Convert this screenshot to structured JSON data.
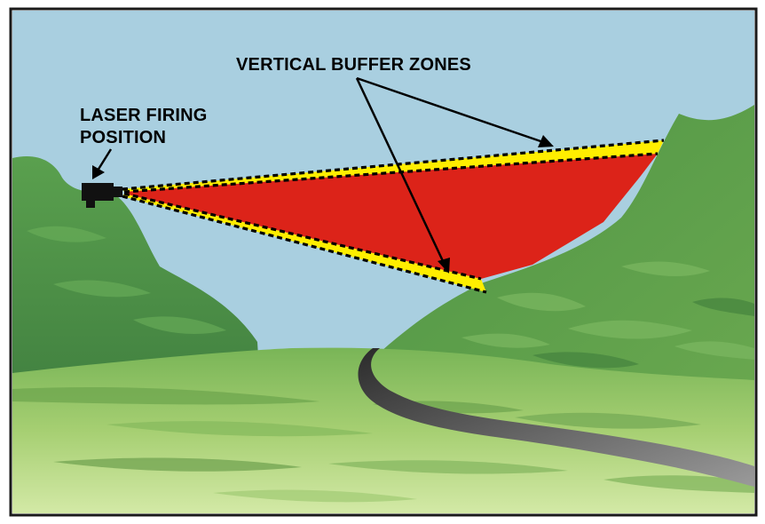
{
  "labels": {
    "laser_firing_line1": "LASER FIRING",
    "laser_firing_line2": "POSITION",
    "vertical_buffer_zones": "VERTICAL BUFFER ZONES"
  },
  "colors": {
    "sky": "#a9cfe0",
    "target_hazard_zone": "#dc2319",
    "buffer_zone": "#ffee00",
    "hill_dark": "#4e9a4a",
    "hill_mid": "#6aa84f",
    "field_light": "#b7d77d",
    "road": "#6a6a6a",
    "frame": "#1a1a1a"
  },
  "icons": {
    "laser": "laser-device-icon",
    "arrows": "callout-arrow-icon"
  }
}
